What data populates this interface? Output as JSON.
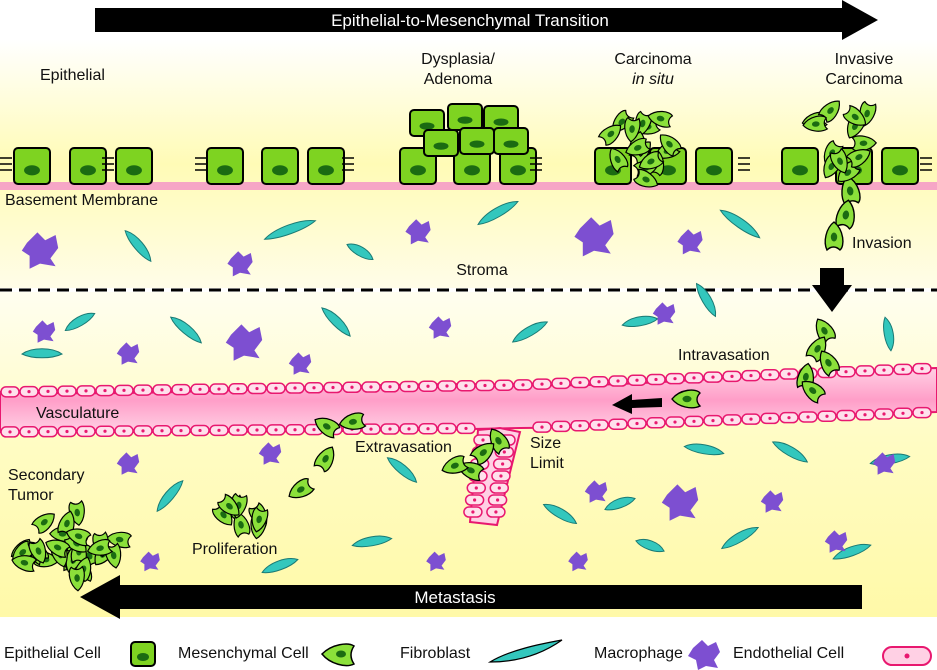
{
  "colors": {
    "epithelial_fill": "#7ed321",
    "epithelial_nucleus": "#1b6b12",
    "mesenchymal_fill": "#8be03a",
    "fibroblast_fill": "#33c7bd",
    "macrophage_fill": "#7d4fd1",
    "endothelial_fill": "#ff3d8b",
    "basement_membrane": "#f6a6c6",
    "background_top": "#fffde0",
    "background_mid": "#fffbb0",
    "arrow": "#000000"
  },
  "arrows": {
    "top": "Epithelial-to-Mesenchymal Transition",
    "bottom": "Metastasis"
  },
  "stages": {
    "epithelial": "Epithelial",
    "dysplasia_line1": "Dysplasia/",
    "dysplasia_line2": "Adenoma",
    "carcinoma_line1": "Carcinoma",
    "carcinoma_line2": "in situ",
    "invasive_line1": "Invasive",
    "invasive_line2": "Carcinoma"
  },
  "labels": {
    "basement_membrane": "Basement Membrane",
    "stroma": "Stroma",
    "invasion": "Invasion",
    "intravasation": "Intravasation",
    "vasculature": "Vasculature",
    "extravasation": "Extravasation",
    "size_limit_line1": "Size",
    "size_limit_line2": "Limit",
    "secondary_tumor_line1": "Secondary",
    "secondary_tumor_line2": "Tumor",
    "proliferation": "Proliferation"
  },
  "legend": {
    "epithelial_cell": "Epithelial Cell",
    "mesenchymal_cell": "Mesenchymal Cell",
    "fibroblast": "Fibroblast",
    "macrophage": "Macrophage",
    "endothelial_cell": "Endothelial Cell"
  }
}
